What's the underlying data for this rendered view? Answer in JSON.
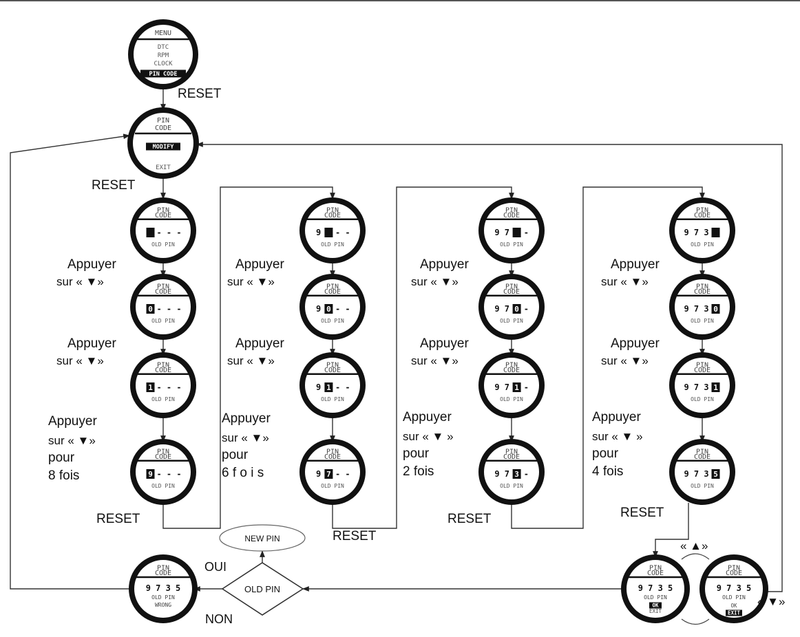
{
  "screens": {
    "menu": {
      "title": "MENU",
      "items": [
        "DTC",
        "RPM",
        "CLOCK"
      ],
      "selected": "PIN CODE"
    },
    "pin_menu": {
      "title": [
        "PIN",
        "CODE"
      ],
      "selected": "MODIFY",
      "other": "EXIT"
    },
    "pin_title": [
      "PIN",
      "CODE"
    ],
    "old_pin_label": "OLD PIN",
    "wrong_label": "WRONG",
    "ok_label": "OK",
    "exit_label": "EXIT",
    "entry_code": "9 7 3 5"
  },
  "digit_columns": [
    {
      "prefix": "",
      "steps": [
        {
          "value": "",
          "tail": "- - -"
        },
        {
          "value": "0",
          "tail": "- - -"
        },
        {
          "value": "1",
          "tail": "- - -"
        },
        {
          "value": "9",
          "tail": "- - -"
        }
      ]
    },
    {
      "prefix": "9",
      "steps": [
        {
          "value": "",
          "tail": "- -"
        },
        {
          "value": "0",
          "tail": "- -"
        },
        {
          "value": "1",
          "tail": "- -"
        },
        {
          "value": "7",
          "tail": "- -"
        }
      ]
    },
    {
      "prefix": "9 7",
      "steps": [
        {
          "value": "",
          "tail": "-"
        },
        {
          "value": "0",
          "tail": "-"
        },
        {
          "value": "1",
          "tail": "-"
        },
        {
          "value": "3",
          "tail": "-"
        }
      ]
    },
    {
      "prefix": "9 7 3",
      "steps": [
        {
          "value": "",
          "tail": ""
        },
        {
          "value": "0",
          "tail": ""
        },
        {
          "value": "1",
          "tail": ""
        },
        {
          "value": "5",
          "tail": ""
        }
      ]
    }
  ],
  "labels": {
    "reset": "RESET",
    "press_line1": "Appuyer",
    "press_line2": "sur « ▼»",
    "press_line2_spaced": "sur « ▼ »",
    "for": "pour",
    "times": [
      "8 fois",
      "6 f o i s",
      "2 fois",
      "4 fois"
    ],
    "yes": "OUI",
    "no": "NON",
    "up_key": "« ▲»",
    "down_key": "« ▼»"
  },
  "decision": {
    "text": "OLD PIN"
  },
  "result": {
    "text": "NEW PIN"
  }
}
